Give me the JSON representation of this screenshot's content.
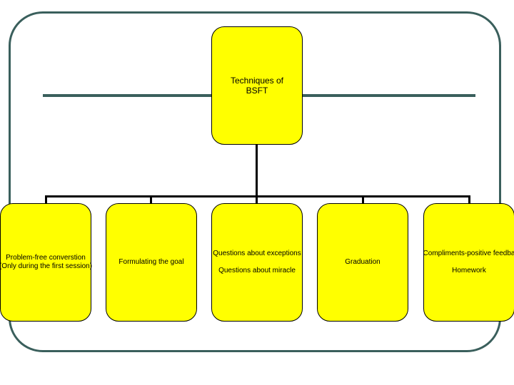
{
  "root": {
    "title_line1": "Techniques of",
    "title_line2": "BSFT"
  },
  "children": [
    {
      "lines": [
        "Problem-free converstion",
        "(Only during the first session)"
      ]
    },
    {
      "lines": [
        "Formulating the goal"
      ]
    },
    {
      "lines": [
        "Questions about exceptions",
        "Questions about miracle"
      ]
    },
    {
      "lines": [
        "Graduation"
      ]
    },
    {
      "lines": [
        "Compliments-positive feedba",
        "Homework"
      ]
    }
  ],
  "colors": {
    "box_fill": "#ffff00",
    "frame": "#3a5f5c",
    "connector": "#000000"
  }
}
